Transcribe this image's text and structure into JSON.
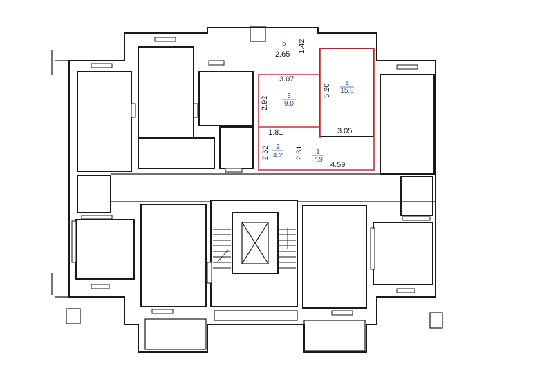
{
  "rooms": [
    {
      "number": "5",
      "area": ""
    },
    {
      "number": "4",
      "area": "15.8"
    },
    {
      "number": "3",
      "area": "9.0"
    },
    {
      "number": "2",
      "area": "4.2"
    },
    {
      "number": "1",
      "area": "7.9"
    }
  ],
  "dimensions": {
    "d265": "2.65",
    "d142": "1.42",
    "d307": "3.07",
    "d292": "2.92",
    "d520": "5.20",
    "d181": "1.81",
    "d305": "3.05",
    "d232": "2.32",
    "d231": "2.31",
    "d459": "4.59"
  },
  "colors": {
    "highlight": "#c8323c",
    "annotation": "#2a4fa8",
    "wall": "#1a1a1a"
  }
}
